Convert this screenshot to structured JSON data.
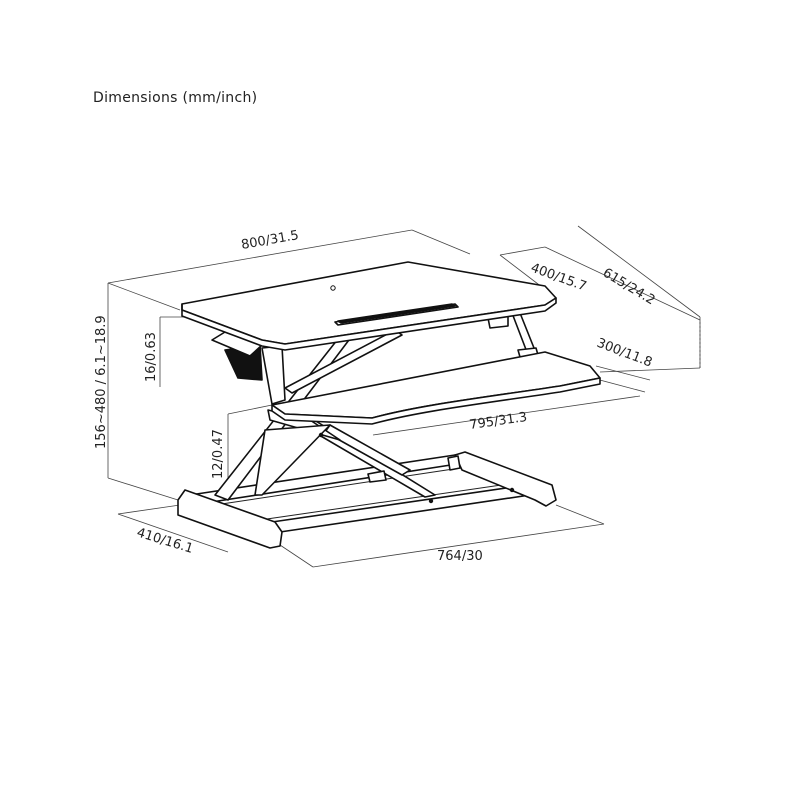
{
  "title": "Dimensions (mm/inch)",
  "dimensions": {
    "top_width": "800/31.5",
    "top_depth": "400/15.7",
    "overall_depth": "615/24.2",
    "keyboard_depth": "300/11.8",
    "keyboard_width": "795/31.3",
    "height_range": "156~480 / 6.1~18.9",
    "top_thickness": "16/0.63",
    "tray_offset": "12/0.47",
    "base_depth": "410/16.1",
    "base_width": "764/30"
  }
}
